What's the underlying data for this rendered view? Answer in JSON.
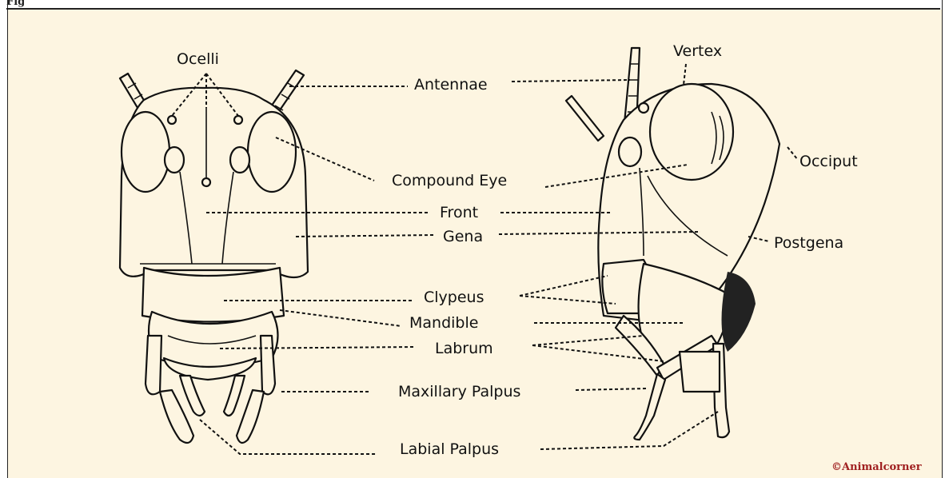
{
  "caption_prefix": "Fig",
  "colors": {
    "background": "#fdf5e1",
    "ink": "#111111",
    "credit": "#a02020"
  },
  "labels": {
    "ocelli": "Ocelli",
    "antennae": "Antennae",
    "vertex": "Vertex",
    "compound_eye": "Compound Eye",
    "occiput": "Occiput",
    "front": "Front",
    "gena": "Gena",
    "postgena": "Postgena",
    "clypeus": "Clypeus",
    "mandible": "Mandible",
    "labrum": "Labrum",
    "maxillary_palpus": "Maxillary Palpus",
    "labial_palpus": "Labial Palpus"
  },
  "credit": "©Animalcorner"
}
